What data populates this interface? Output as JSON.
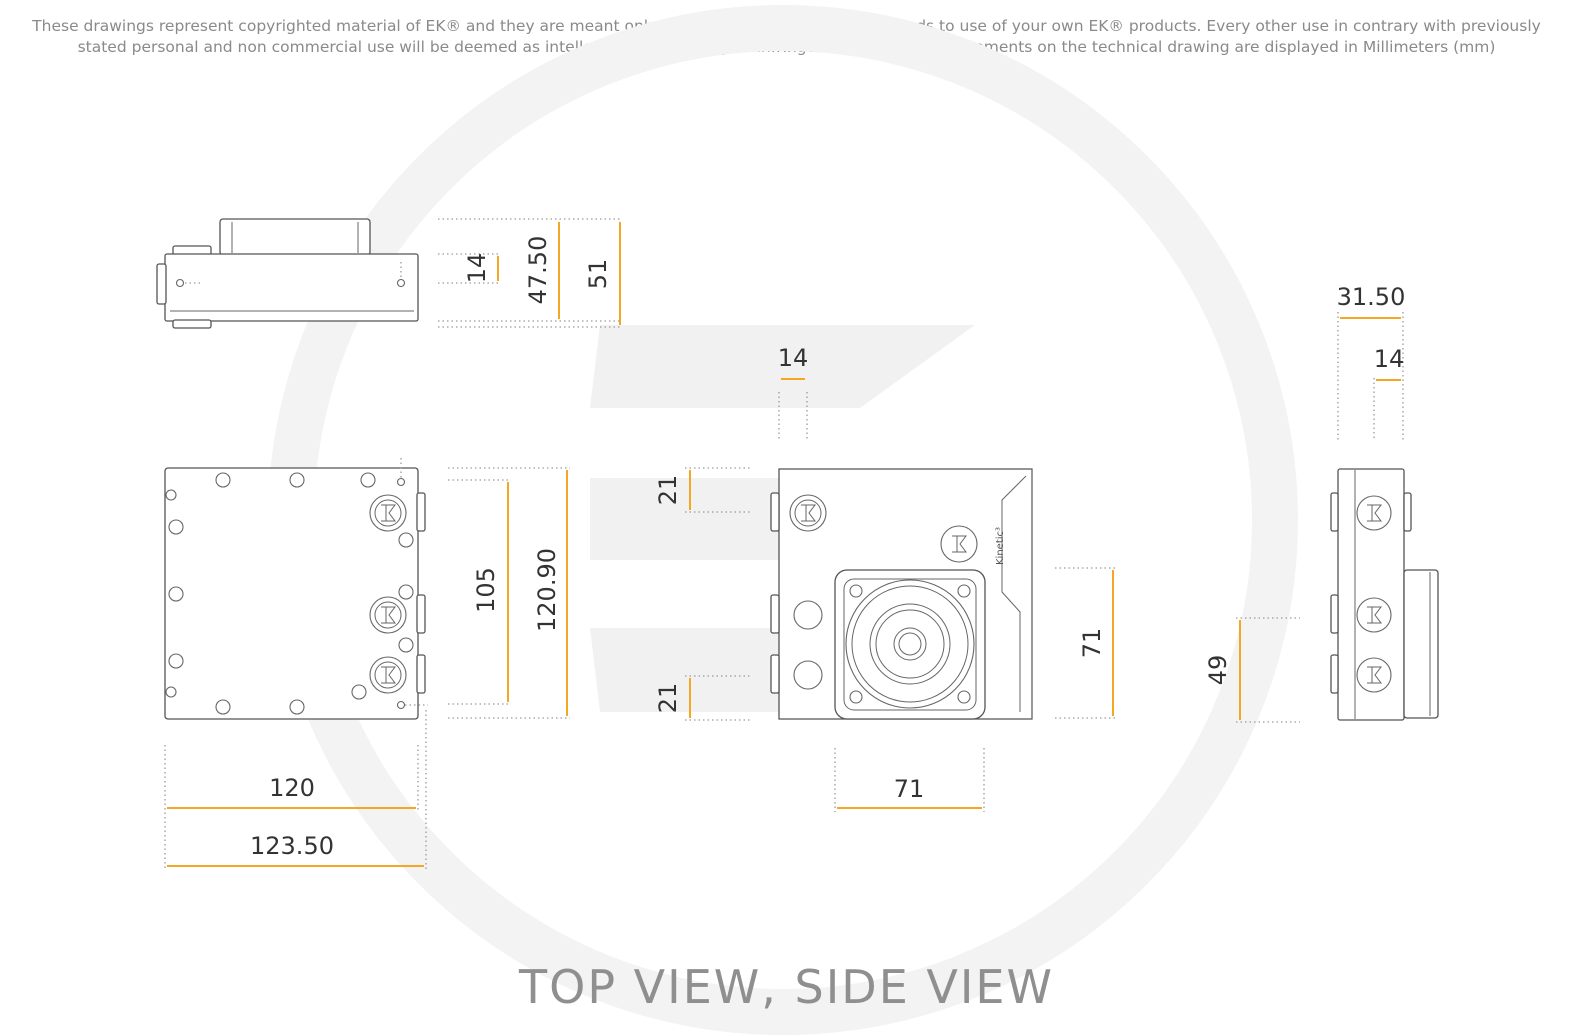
{
  "disclaimer": {
    "line1": "These drawings represent copyrighted material of EK® and they are meant only for your personal use, with regards to use of  your own EK® products. Every other use in contrary with previously",
    "line2": "stated personal and non commercial use will be deemed as intellectual property rights infringement.All the measurements on the technical drawing are displayed in Millimeters (mm)"
  },
  "caption": "TOP VIEW, SIDE VIEW",
  "product_label": "Kinetic³",
  "accent_color": "#f5a623",
  "dimensions": {
    "top_side": {
      "d14": "14",
      "d47_50": "47.50",
      "d51": "51"
    },
    "front": {
      "d105": "105",
      "d120_90": "120.90",
      "d120": "120",
      "d123_50": "123.50"
    },
    "pump": {
      "d14": "14",
      "d21_top": "21",
      "d21_bottom": "21",
      "d71_h": "71",
      "d71_v": "71"
    },
    "side": {
      "d31_50": "31.50",
      "d14": "14",
      "d49": "49"
    }
  },
  "icons": [
    "ek-logo-watermark",
    "ek-port-logo"
  ]
}
